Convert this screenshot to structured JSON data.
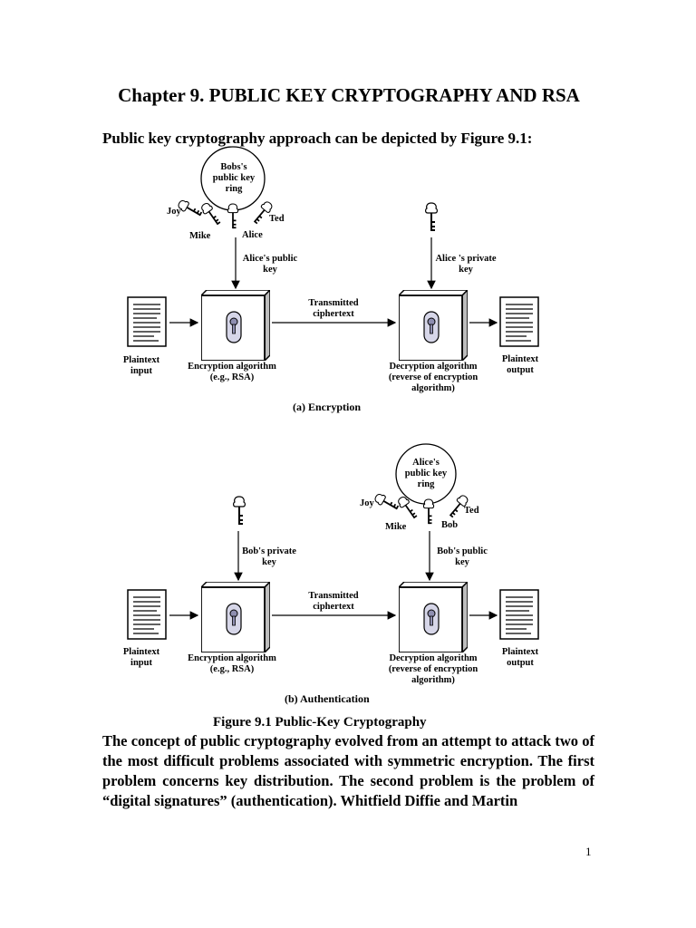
{
  "title": "Chapter 9. PUBLIC KEY CRYPTOGRAPHY AND RSA",
  "intro": "Public key cryptography approach can be depicted by Figure 9.1:",
  "diagram_a": {
    "ring_label": "Bobs's public key ring",
    "ring_names": {
      "left": "Joy",
      "bottom_left": "Mike",
      "bottom_center": "Alice",
      "right": "Ted"
    },
    "enc_key_label": "Alice's public key",
    "dec_key_label": "Alice 's private key",
    "transmitted": "Transmitted ciphertext",
    "plaintext_input": "Plaintext input",
    "plaintext_output": "Plaintext output",
    "enc_alg": "Encryption algorithm (e.g., RSA)",
    "dec_alg": "Decryption algorithm (reverse of encryption algorithm)",
    "caption": "(a) Encryption"
  },
  "diagram_b": {
    "ring_label": "Alice's public key ring",
    "ring_names": {
      "left": "Joy",
      "bottom_left": "Mike",
      "bottom_center": "Bob",
      "right": "Ted"
    },
    "enc_key_label": "Bob's private key",
    "dec_key_label": "Bob's public key",
    "transmitted": "Transmitted ciphertext",
    "plaintext_input": "Plaintext input",
    "plaintext_output": "Plaintext output",
    "enc_alg": "Encryption algorithm (e.g., RSA)",
    "dec_alg": "Decryption algorithm (reverse of encryption algorithm)",
    "caption": "(b) Authentication"
  },
  "figure_title": "Figure 9.1  Public-Key Cryptography",
  "paragraph": "The concept of public cryptography evolved from an attempt to attack two of the most difficult problems associated with symmetric encryption. The first problem concerns key distribution. The second problem is the problem of “digital signatures” (authentication). Whitfield Diffie and Martin",
  "page_number": "1"
}
